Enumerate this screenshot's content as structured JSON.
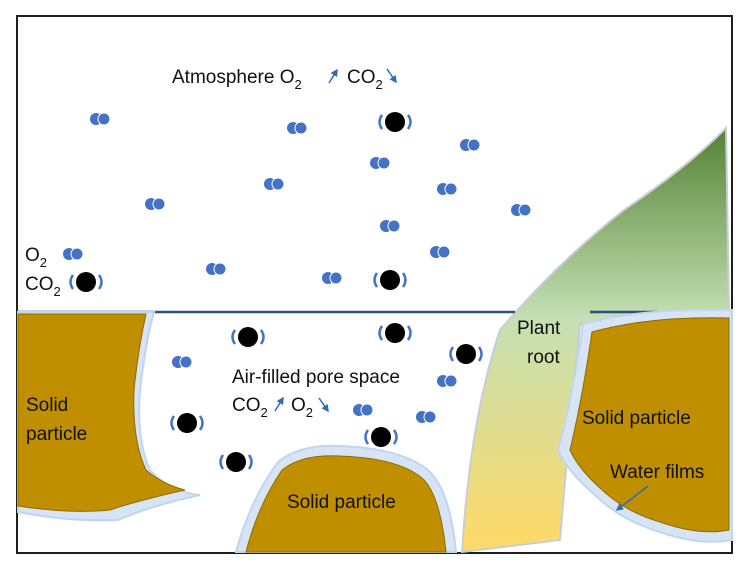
{
  "labels": {
    "atmosphere": {
      "prefix": "Atmosphere O",
      "o2_sub": "2",
      "co2_prefix": "CO",
      "co2_sub": "2"
    },
    "legend": {
      "o2": "O",
      "o2_sub": "2",
      "co2": "CO",
      "co2_sub": "2"
    },
    "pore": {
      "line1": "Air-filled pore space",
      "co2": "CO",
      "co2_sub": "2",
      "o2": "O",
      "o2_sub": "2"
    },
    "solid_left": [
      "Solid",
      "particle"
    ],
    "solid_middle": "Solid particle",
    "solid_right": "Solid particle",
    "root": [
      "Plant",
      "root"
    ],
    "water_films": "Water films"
  },
  "arrows": {
    "atmosphere_o2": "increase",
    "atmosphere_co2": "decrease",
    "pore_co2": "increase",
    "pore_o2": "decrease"
  },
  "icons": {
    "o2_molecule": "o2-molecule-icon",
    "co2_molecule": "co2-molecule-icon",
    "trend_arrow": "trend-arrow-icon"
  },
  "colors": {
    "border": "#1f1f1f",
    "ground_line": "#2f4f7f",
    "o2_molecule": "#4472c4",
    "co2_core": "#000000",
    "co2_bracket": "#4472c4",
    "solid_particle": "#bf8f00",
    "water_film": "#d6e4f5",
    "root_top": "#548235",
    "root_mid": "#c5e0b4",
    "root_bottom": "#ffd966",
    "arrow": "#2f6bb3"
  }
}
